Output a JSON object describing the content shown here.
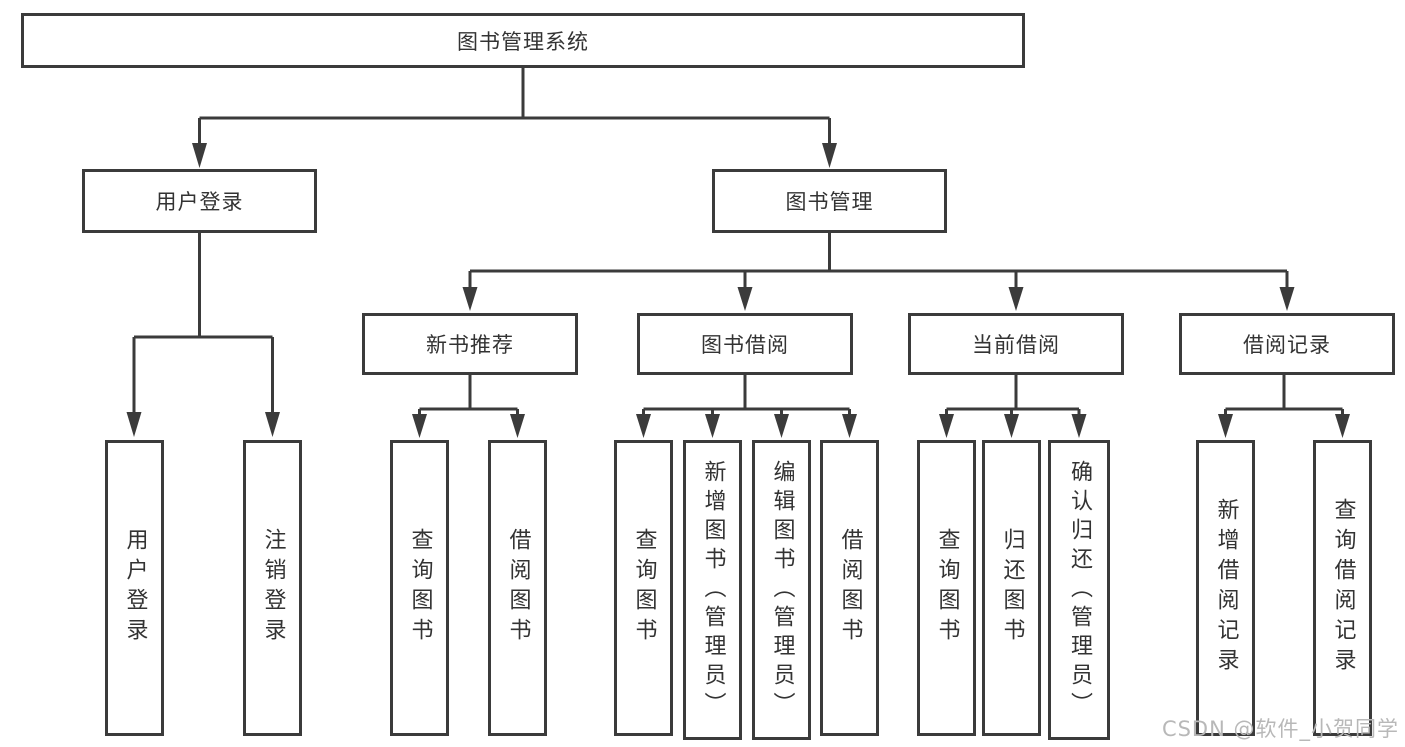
{
  "diagram": {
    "root": {
      "label": "图书管理系统"
    },
    "branches": [
      {
        "label": "用户登录",
        "children": [
          {
            "label": "用户登录"
          },
          {
            "label": "注销登录"
          }
        ]
      },
      {
        "label": "图书管理",
        "children": [
          {
            "label": "新书推荐",
            "children": [
              {
                "label": "查询图书"
              },
              {
                "label": "借阅图书"
              }
            ]
          },
          {
            "label": "图书借阅",
            "children": [
              {
                "label": "查询图书"
              },
              {
                "label": "新增图书（管理员）"
              },
              {
                "label": "编辑图书（管理员）"
              },
              {
                "label": "借阅图书"
              }
            ]
          },
          {
            "label": "当前借阅",
            "children": [
              {
                "label": "查询图书"
              },
              {
                "label": "归还图书"
              },
              {
                "label": "确认归还（管理员）"
              }
            ]
          },
          {
            "label": "借阅记录",
            "children": [
              {
                "label": "新增借阅记录"
              },
              {
                "label": "查询借阅记录"
              }
            ]
          }
        ]
      }
    ]
  },
  "watermark": {
    "text": "CSDN @软件_小贺同学"
  },
  "colors": {
    "line": "#3b3b3b",
    "box_border": "#3b3b3b",
    "box_background": "#ffffff",
    "text": "#333333",
    "watermark": "#b8b8b8",
    "page_background": "#ffffff"
  }
}
